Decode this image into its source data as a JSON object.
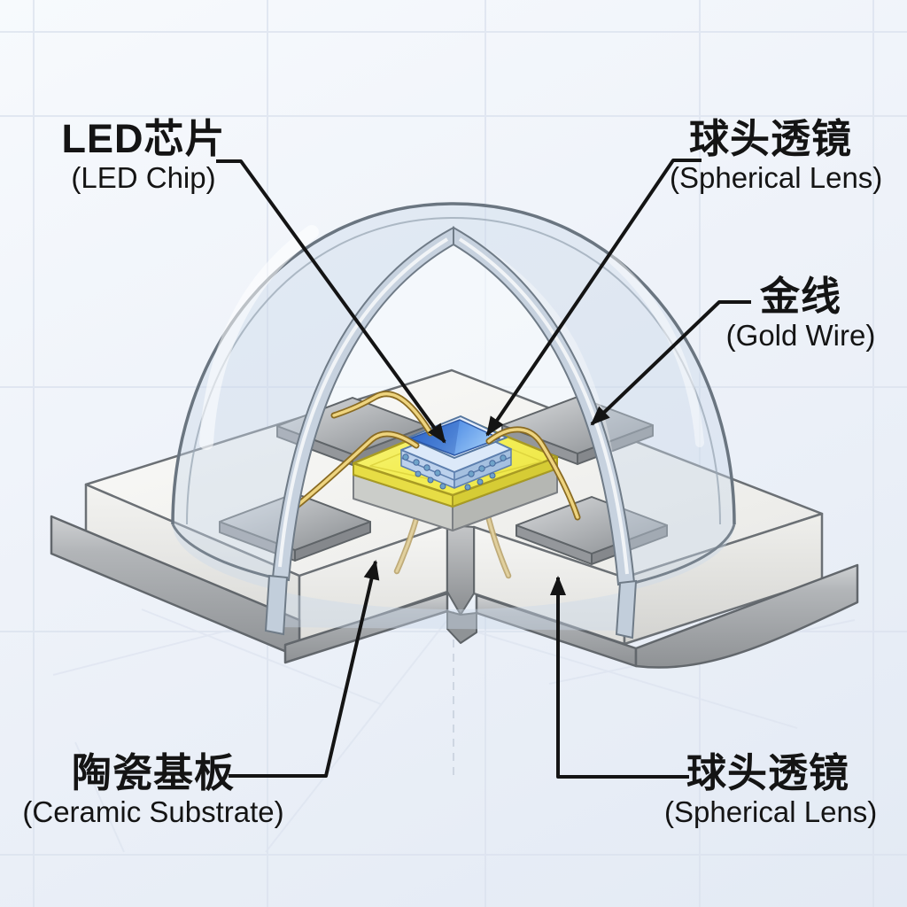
{
  "diagram": {
    "title": "LED package cutaway diagram",
    "labels": {
      "led_chip": {
        "zh": "LED芯片",
        "en": "(LED Chip)"
      },
      "spherical_lens_top": {
        "zh": "球头透镜",
        "en": "(Spherical Lens)"
      },
      "gold_wire": {
        "zh": "金线",
        "en": "(Gold Wire)"
      },
      "ceramic_substrate": {
        "zh": "陶瓷基板",
        "en": "(Ceramic Substrate)"
      },
      "spherical_lens_bottom": {
        "zh": "球头透镜",
        "en": "(Spherical Lens)"
      }
    },
    "colors": {
      "background": "#edf1f8",
      "grid_line": "#d9e0ec",
      "lens_fill": "#cbd9ea",
      "lens_edge": "#6a7580",
      "substrate_top": "#f3f3f1",
      "substrate_front": "#e4e4e1",
      "base_gray": "#a6a9ac",
      "pad_gray": "#9b9fa3",
      "submount_yellow": "#f3ee55",
      "chip_blue": "#4a86e0",
      "chip_rim": "#dde9fa",
      "wire_gold": "#eed47f",
      "wire_outline": "#8a6b22",
      "leader_line": "#141414",
      "label_text": "#141414"
    }
  }
}
